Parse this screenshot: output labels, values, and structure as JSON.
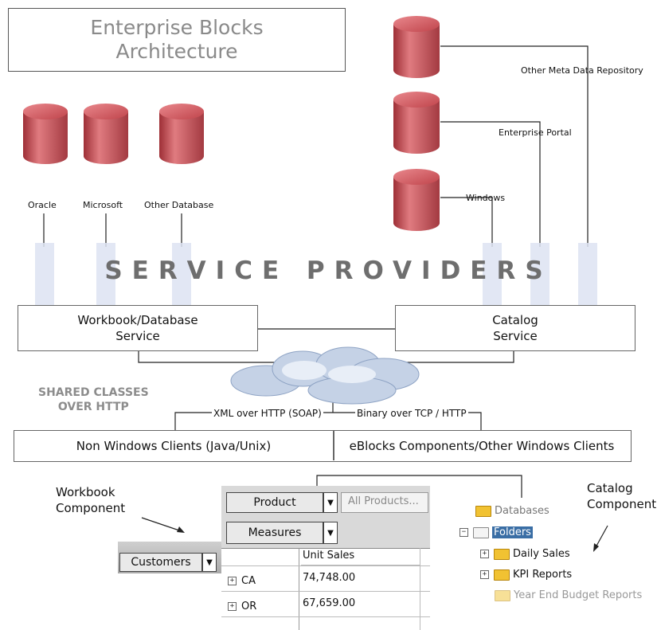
{
  "title": {
    "line1": "Enterprise Blocks",
    "line2": "Architecture"
  },
  "databases": [
    {
      "label": "Oracle"
    },
    {
      "label": "Microsoft"
    },
    {
      "label": "Other Database"
    }
  ],
  "repositories": [
    {
      "label": "Other Meta Data Repository"
    },
    {
      "label": "Enterprise Portal"
    },
    {
      "label": "Windows"
    }
  ],
  "service_providers_label": "SERVICE PROVIDERS",
  "services": {
    "workbook": {
      "line1": "Workbook/Database",
      "line2": "Service"
    },
    "catalog": {
      "line1": "Catalog",
      "line2": "Service"
    }
  },
  "shared_classes": {
    "line1": "SHARED CLASSES",
    "line2": "OVER HTTP"
  },
  "protocols": {
    "left": "XML over HTTP (SOAP)",
    "right": "Binary over TCP / HTTP"
  },
  "clients": {
    "non_windows": "Non Windows Clients (Java/Unix)",
    "eblocks": "eBlocks Components/Other Windows Clients"
  },
  "workbook_component": {
    "line1": "Workbook",
    "line2": "Component"
  },
  "catalog_component": {
    "line1": "Catalog",
    "line2": "Component"
  },
  "grid": {
    "product_label": "Product",
    "all_products": "All Products...",
    "measures_label": "Measures",
    "customers_label": "Customers",
    "column_header": "Unit Sales",
    "rows": [
      {
        "label": "CA",
        "value": "74,748.00"
      },
      {
        "label": "OR",
        "value": "67,659.00"
      }
    ]
  },
  "tree": {
    "databases": "Databases",
    "folders": "Folders",
    "items": [
      "Daily Sales",
      "KPI Reports",
      "Year End Budget Reports"
    ]
  },
  "colors": {
    "cylinder": "#c8535a",
    "pipe": "#dde3f2",
    "cloud": "#c5d2e6"
  }
}
